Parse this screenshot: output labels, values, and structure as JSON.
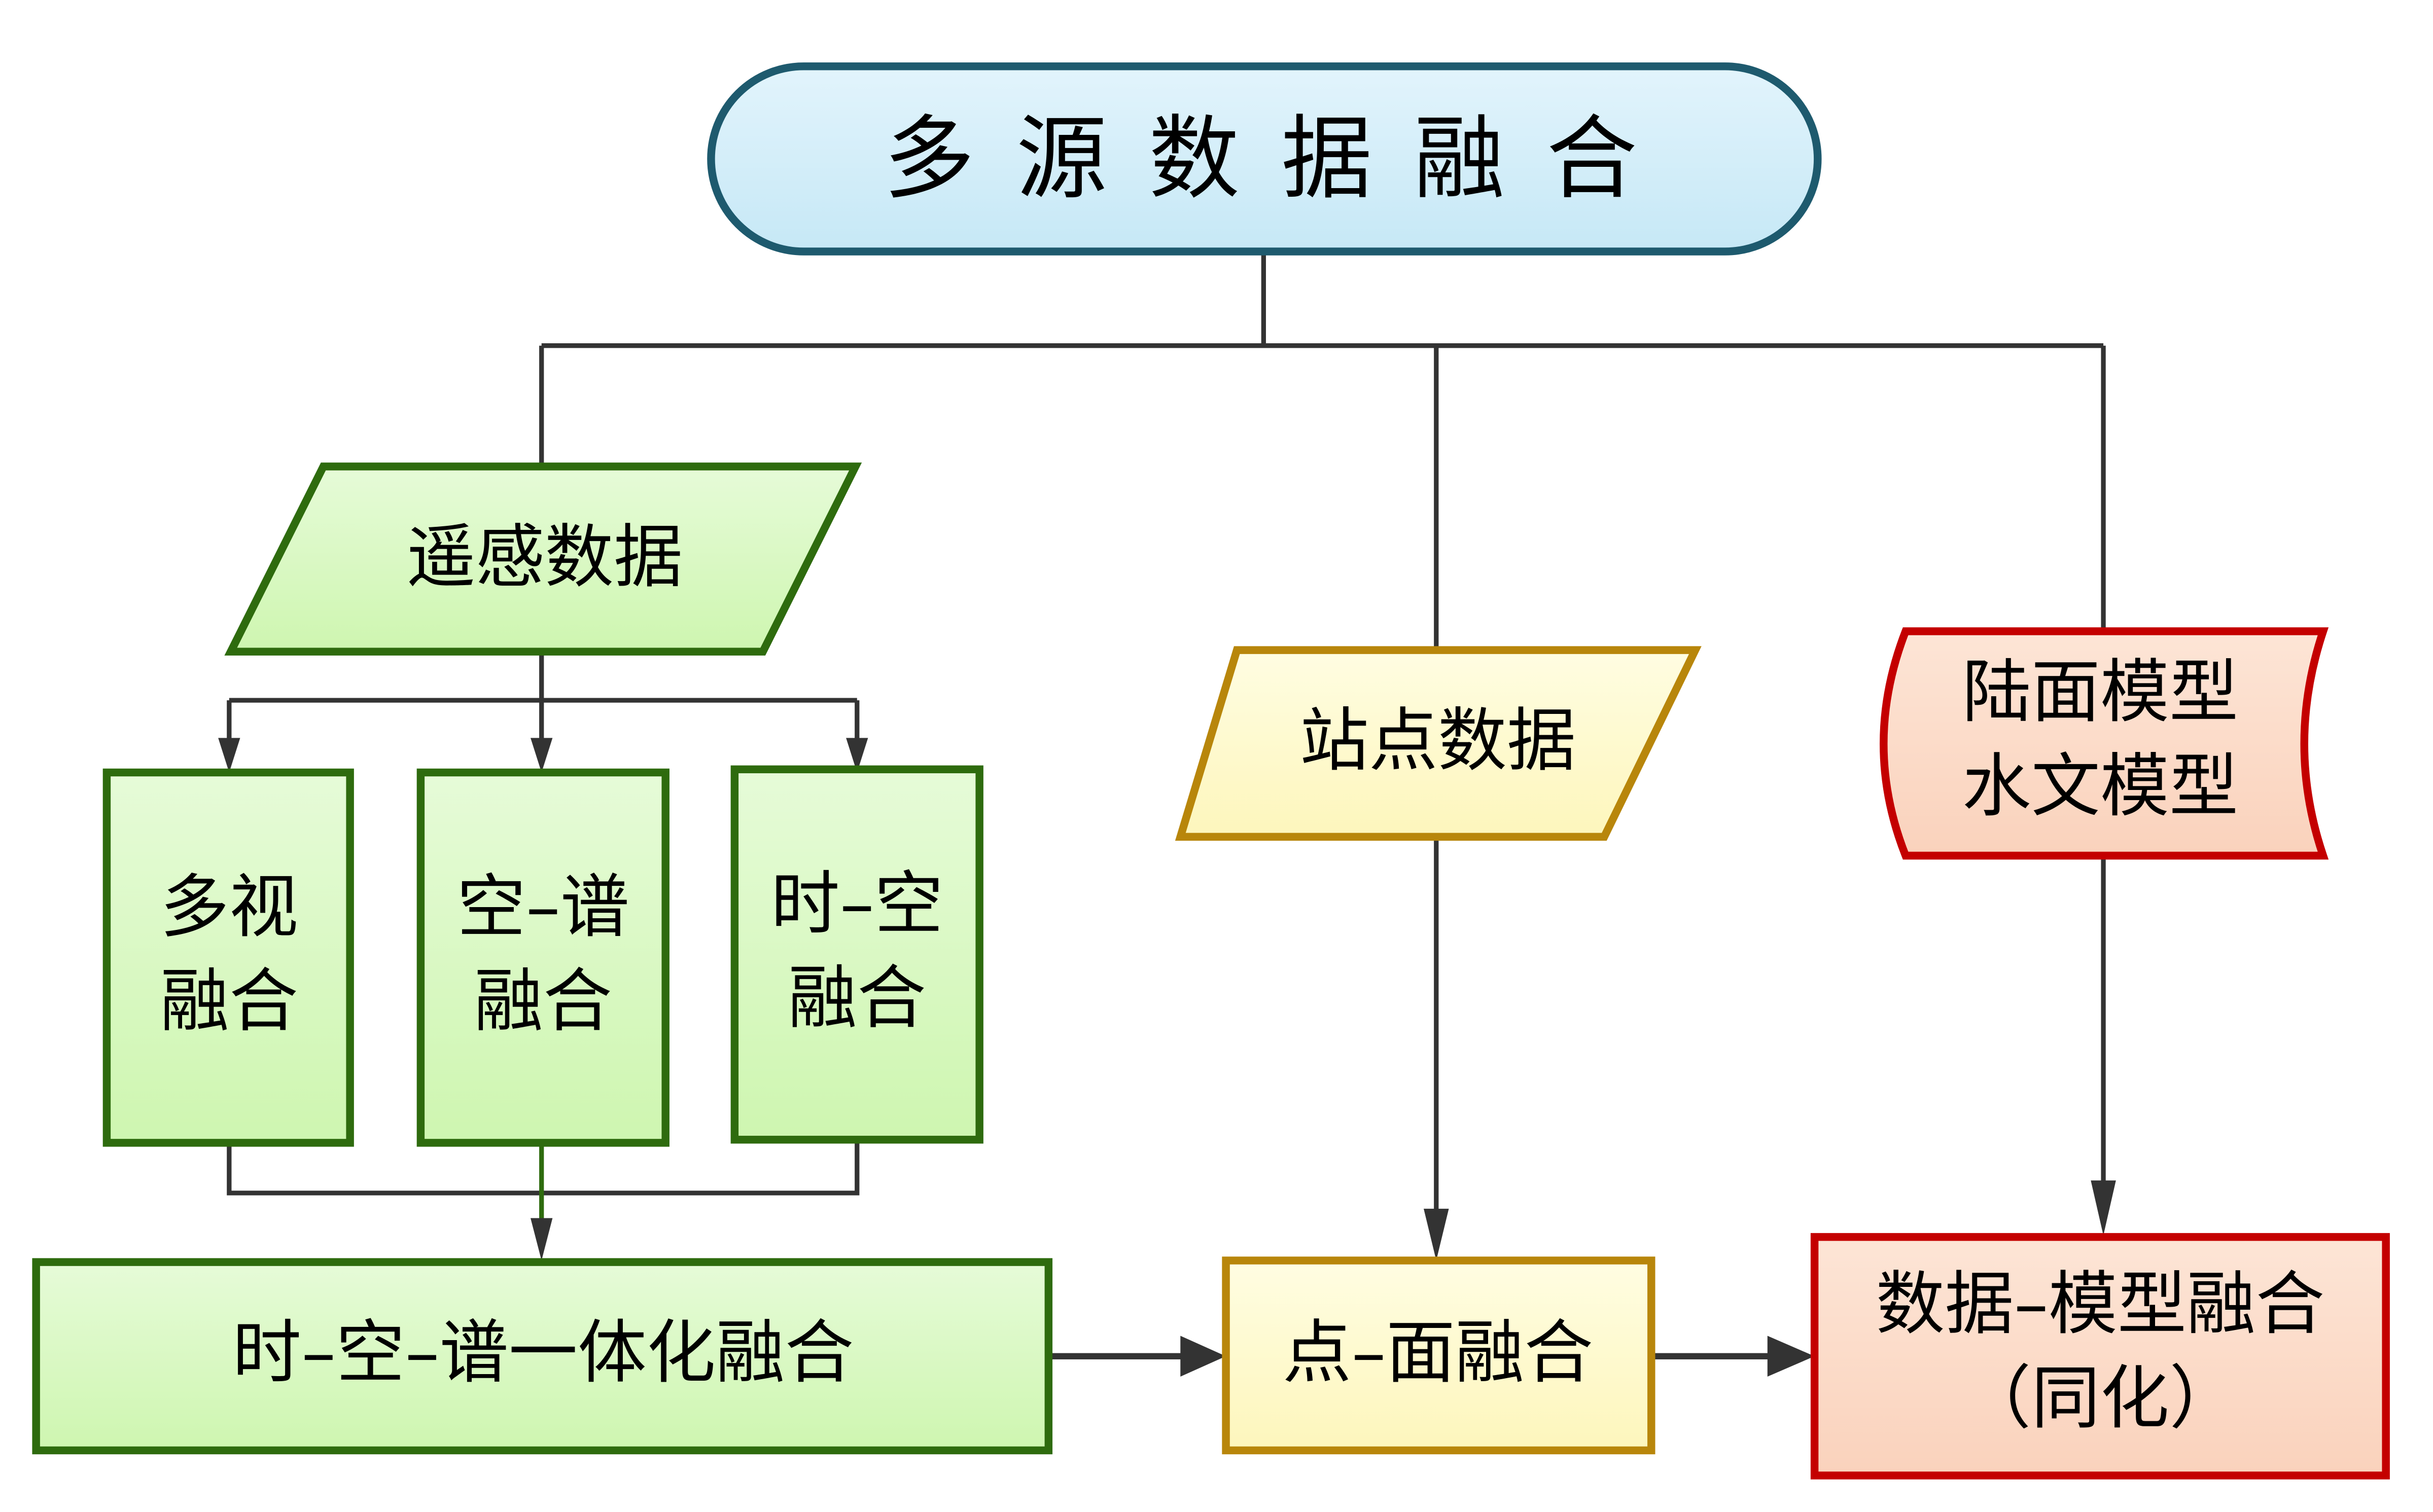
{
  "diagram": {
    "title": "多源数据融合",
    "nodes": {
      "root": {
        "label": "多 源 数 据 融 合",
        "shape": "terminator",
        "fill": "#d4eefa",
        "stroke": "#1e5a6e"
      },
      "remote_sensing": {
        "label": "遥感数据",
        "shape": "parallelogram",
        "fill": "#d8f9c0",
        "stroke": "#2e6b0e"
      },
      "station": {
        "label": "站点数据",
        "shape": "parallelogram",
        "fill": "#fefbd0",
        "stroke": "#b8860b"
      },
      "model": {
        "lines": [
          "陆面模型",
          "水文模型"
        ],
        "shape": "stored-data",
        "fill": "#fcdcc8",
        "stroke": "#c40000"
      },
      "multi_view": {
        "lines": [
          "多视",
          "融合"
        ],
        "shape": "rect",
        "fill": "#d8f9c0",
        "stroke": "#2e6b0e"
      },
      "space_spectrum": {
        "lines": [
          "空–谱",
          "融合"
        ],
        "shape": "rect",
        "fill": "#d8f9c0",
        "stroke": "#2e6b0e"
      },
      "time_space": {
        "lines": [
          "时–空",
          "融合"
        ],
        "shape": "rect",
        "fill": "#d8f9c0",
        "stroke": "#2e6b0e"
      },
      "integrated": {
        "label": "时–空–谱一体化融合",
        "shape": "rect",
        "fill": "#d8f9c0",
        "stroke": "#2e6b0e"
      },
      "point_surface": {
        "label": "点–面融合",
        "shape": "rect",
        "fill": "#fefbd0",
        "stroke": "#b8860b"
      },
      "data_model": {
        "lines": [
          "数据–模型融合",
          "（同化）"
        ],
        "shape": "rect",
        "fill": "#fcdcc8",
        "stroke": "#c40000"
      }
    },
    "edges": [
      {
        "from": "root",
        "to": "remote_sensing"
      },
      {
        "from": "root",
        "to": "station"
      },
      {
        "from": "root",
        "to": "model"
      },
      {
        "from": "remote_sensing",
        "to": "multi_view"
      },
      {
        "from": "remote_sensing",
        "to": "space_spectrum"
      },
      {
        "from": "remote_sensing",
        "to": "time_space"
      },
      {
        "from": "multi_view",
        "to": "integrated"
      },
      {
        "from": "space_spectrum",
        "to": "integrated"
      },
      {
        "from": "time_space",
        "to": "integrated"
      },
      {
        "from": "station",
        "to": "point_surface"
      },
      {
        "from": "integrated",
        "to": "point_surface"
      },
      {
        "from": "model",
        "to": "data_model"
      },
      {
        "from": "point_surface",
        "to": "data_model"
      }
    ],
    "connector_color": "#333333"
  }
}
